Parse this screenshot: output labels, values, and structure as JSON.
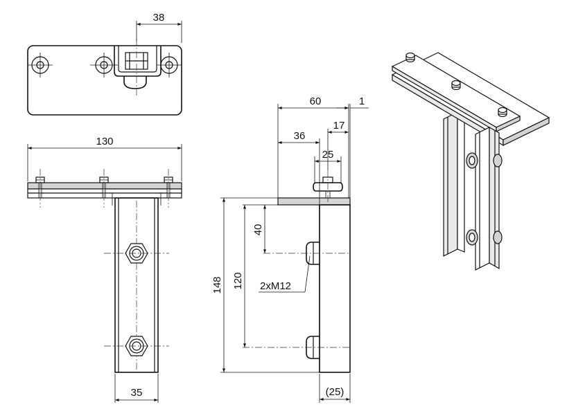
{
  "dimensions": {
    "top_38": "38",
    "front_130": "130",
    "front_35": "35",
    "side_60": "60",
    "side_1": "1",
    "side_36": "36",
    "side_17": "17",
    "side_25": "25",
    "side_40": "40",
    "side_148": "148",
    "side_120": "120",
    "side_25_paren": "(25)"
  },
  "callouts": {
    "thread": "2xM12"
  }
}
